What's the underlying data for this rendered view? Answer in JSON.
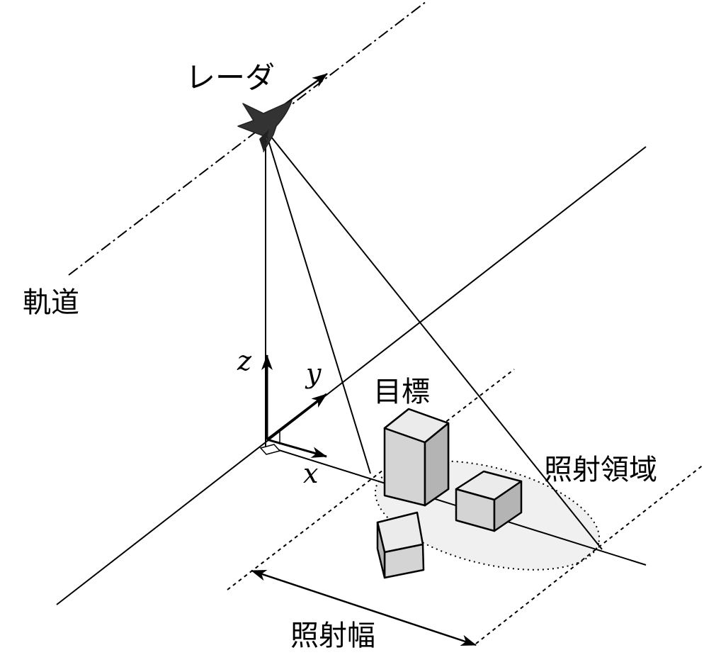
{
  "labels": {
    "radar": "レーダ",
    "orbit": "軌道",
    "target": "目標",
    "illuminated_area": "照射領域",
    "swath_width": "照射幅",
    "axis_x": "x",
    "axis_y": "y",
    "axis_z": "z"
  }
}
